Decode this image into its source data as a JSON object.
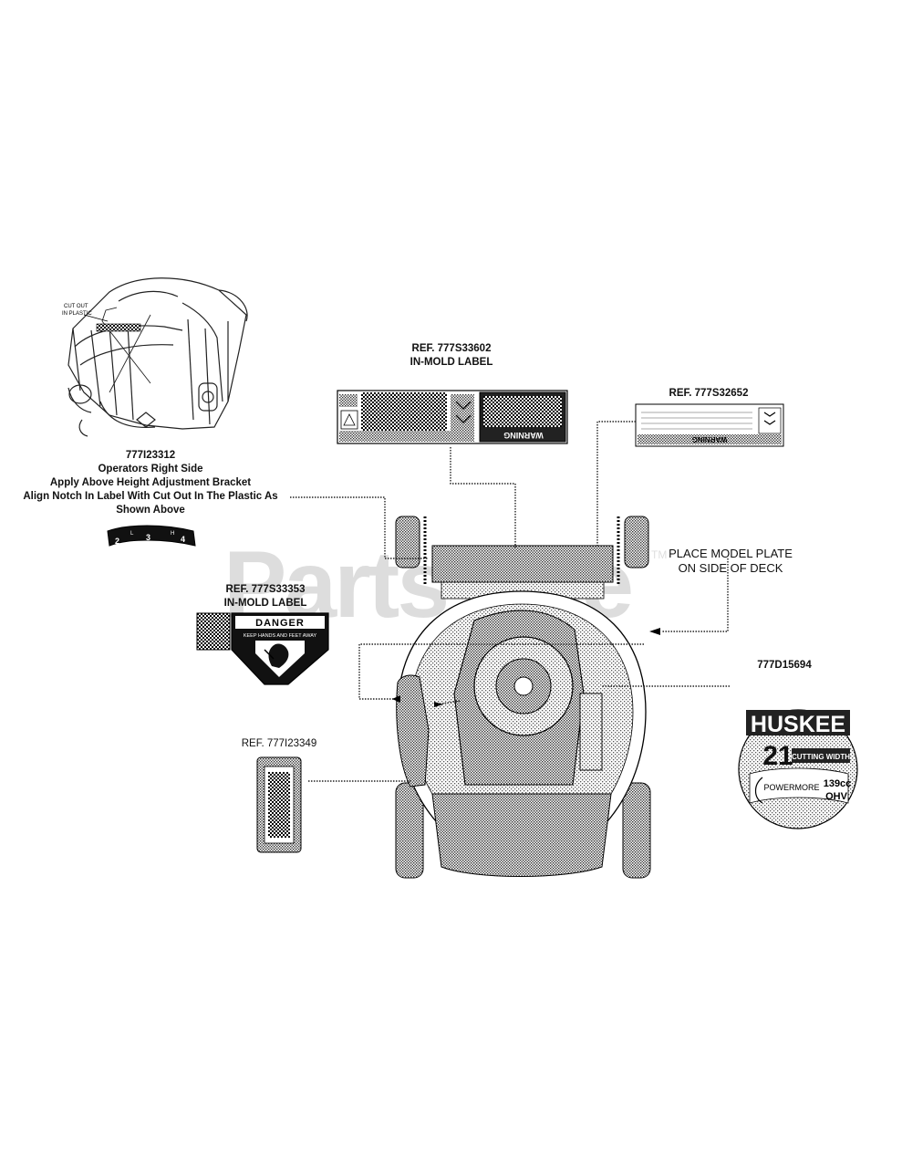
{
  "watermark": {
    "text": "PartsTree",
    "tm": "TM"
  },
  "callouts": {
    "height_label": {
      "ref": "777I23312",
      "lines": [
        "Operators Right Side",
        "Apply Above Height Adjustment Bracket",
        "Align Notch In Label With Cut Out In The Plastic As",
        "Shown Above"
      ],
      "cut_out_text": [
        "CUT OUT",
        "IN PLASTIC"
      ],
      "scale_marks": [
        "2",
        "L",
        "3",
        "H",
        "4"
      ]
    },
    "inmold_top": {
      "ref": "REF. 777S33602",
      "sub": "IN-MOLD LABEL",
      "warning_text": "WARNING"
    },
    "right_label": {
      "ref": "REF. 777S32652",
      "warning_text": "WARNING"
    },
    "model_plate": {
      "lines": [
        "PLACE MODEL PLATE",
        "ON SIDE OF DECK"
      ]
    },
    "inmold_left": {
      "ref": "REF. 777S33353",
      "sub": "IN-MOLD LABEL",
      "danger_text": "DANGER",
      "danger_sub": "KEEP HANDS AND FEET AWAY"
    },
    "ref_small": {
      "ref": "REF. 777I23349"
    },
    "brand_decal": {
      "ref": "777D15694",
      "brand": "HUSKEE",
      "size": "21",
      "cutting": "CUTTING WIDTH",
      "engine_brand": "POWERMORE",
      "displacement": "139cc",
      "engine_type": "OHV"
    }
  }
}
